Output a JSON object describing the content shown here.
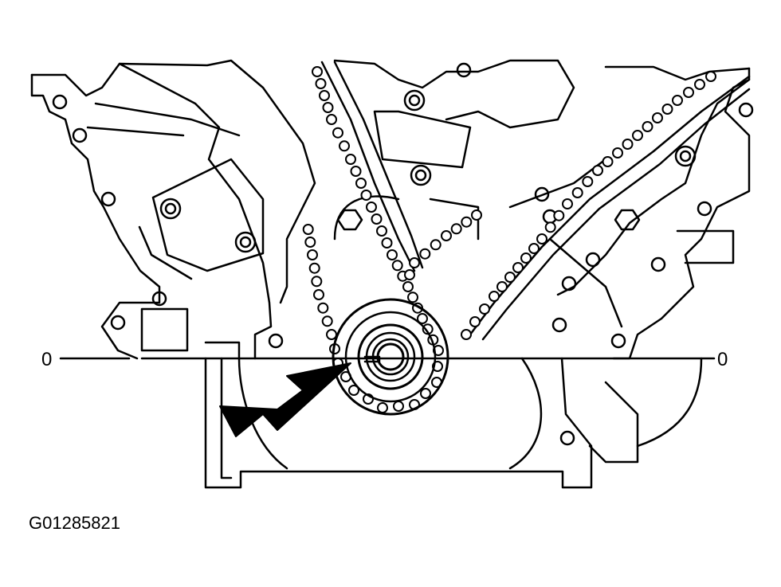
{
  "labels": {
    "timing_mark_left": "0",
    "timing_mark_right": "0",
    "figure_id": "G01285821"
  },
  "colors": {
    "line": "#000000",
    "background": "#ffffff"
  }
}
